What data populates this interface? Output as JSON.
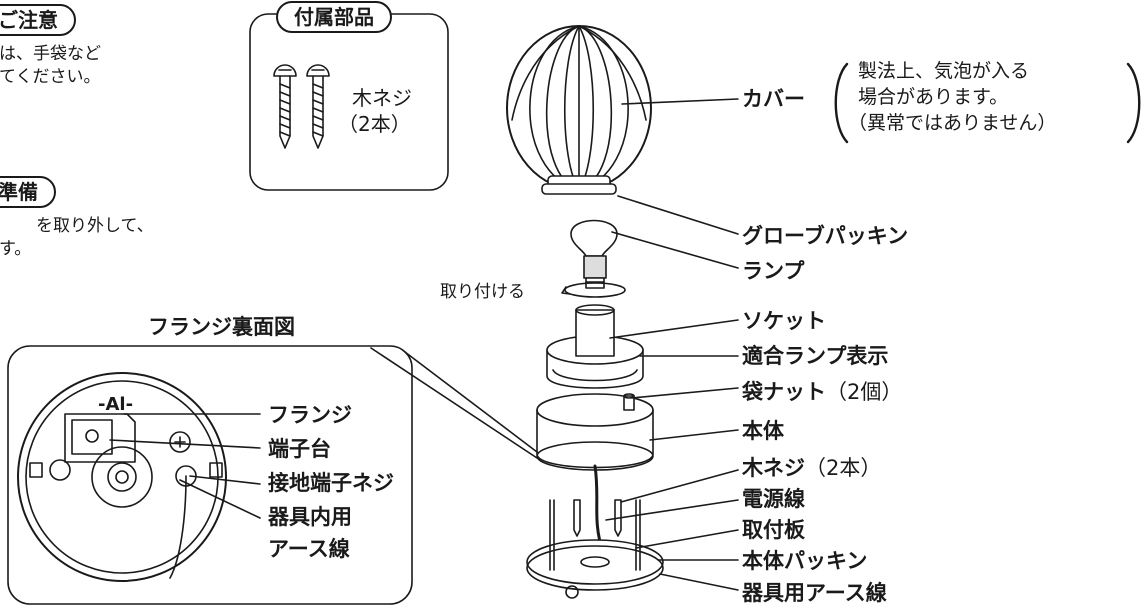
{
  "caution": {
    "title": "ご注意",
    "line1": "は、手袋など",
    "line2": "てください。"
  },
  "prep": {
    "title": "準備",
    "line1": "を取り外して、",
    "line2": "す。"
  },
  "accessories": {
    "title": "付属部品",
    "screw_name": "木ネジ",
    "screw_count": "（2本）"
  },
  "cover_note": {
    "line1": "製法上、気泡が入る",
    "line2": "場合があります。",
    "line3": "（異常ではありません）"
  },
  "install_text": "取り付ける",
  "flange_title": "フランジ裏面図",
  "flange_mark": "-Al-",
  "flange_labels": {
    "flange": "フランジ",
    "terminal_block": "端子台",
    "ground_screw": "接地端子ネジ",
    "internal_ground_1": "器具内用",
    "internal_ground_2": "アース線"
  },
  "parts": {
    "cover": "カバー",
    "globe_packing": "グローブパッキン",
    "lamp": "ランプ",
    "socket": "ソケット",
    "lamp_display": "適合ランプ表示",
    "cap_nut": "袋ナット",
    "cap_nut_count": "（2個）",
    "body": "本体",
    "wood_screw": "木ネジ",
    "wood_screw_count": "（2本）",
    "power_cable": "電源線",
    "mount_plate": "取付板",
    "body_packing": "本体パッキン",
    "ground_wire": "器具用アース線"
  }
}
